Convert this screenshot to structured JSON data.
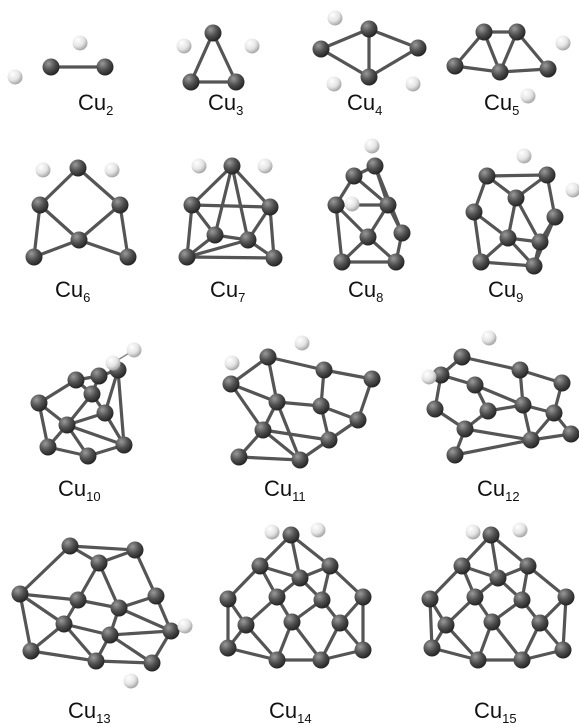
{
  "figure": {
    "panels": [
      {
        "id": "cu2",
        "label": {
          "symbol": "Cu",
          "count": "2"
        }
      },
      {
        "id": "cu3",
        "label": {
          "symbol": "Cu",
          "count": "3"
        }
      },
      {
        "id": "cu4",
        "label": {
          "symbol": "Cu",
          "count": "4"
        }
      },
      {
        "id": "cu5",
        "label": {
          "symbol": "Cu",
          "count": "5"
        }
      },
      {
        "id": "cu6",
        "label": {
          "symbol": "Cu",
          "count": "6"
        }
      },
      {
        "id": "cu7",
        "label": {
          "symbol": "Cu",
          "count": "7"
        }
      },
      {
        "id": "cu8",
        "label": {
          "symbol": "Cu",
          "count": "8"
        }
      },
      {
        "id": "cu9",
        "label": {
          "symbol": "Cu",
          "count": "9"
        }
      },
      {
        "id": "cu10",
        "label": {
          "symbol": "Cu",
          "count": "10"
        }
      },
      {
        "id": "cu11",
        "label": {
          "symbol": "Cu",
          "count": "11"
        }
      },
      {
        "id": "cu12",
        "label": {
          "symbol": "Cu",
          "count": "12"
        }
      },
      {
        "id": "cu13",
        "label": {
          "symbol": "Cu",
          "count": "13"
        }
      },
      {
        "id": "cu14",
        "label": {
          "symbol": "Cu",
          "count": "14"
        }
      },
      {
        "id": "cu15",
        "label": {
          "symbol": "Cu",
          "count": "15"
        }
      }
    ],
    "colors": {
      "cu_atom": "#505050",
      "h_atom": "#e4e4e4",
      "bond": "#555555"
    }
  }
}
